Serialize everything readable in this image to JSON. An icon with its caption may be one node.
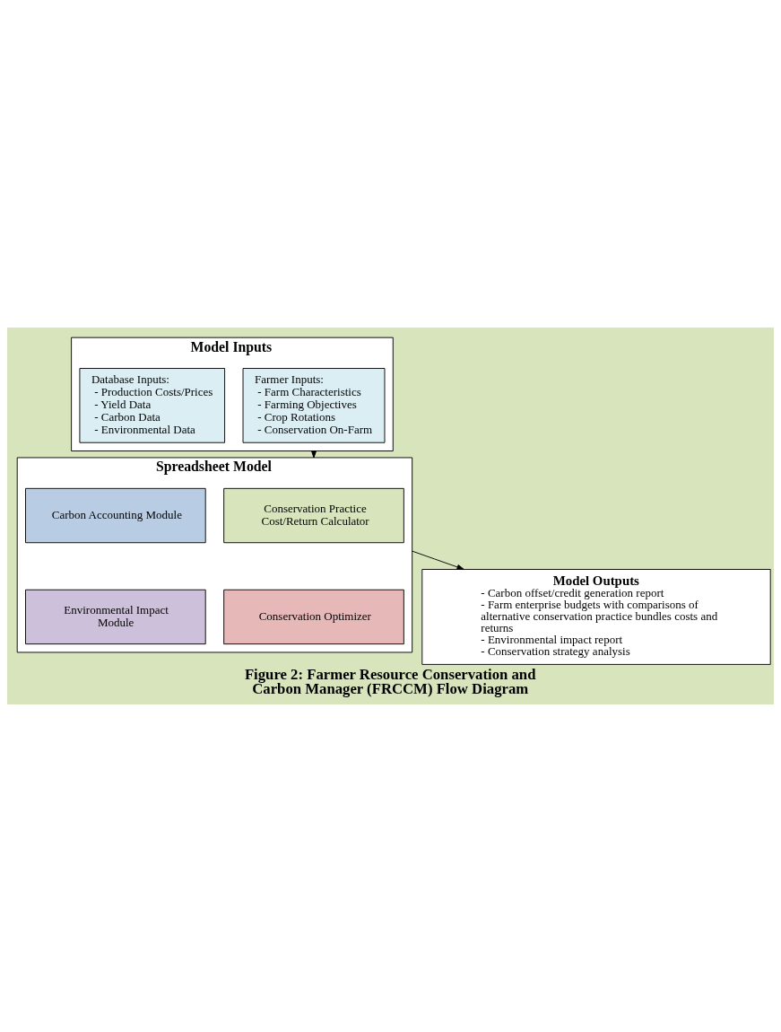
{
  "diagram": {
    "caption": "Figure 2: Farmer Resource Conservation and Carbon Manager (FRCCM) Flow Diagram",
    "nodes": [
      {
        "text": [
          "Model Inputs"
        ]
      },
      {
        "text": [
          "Farmer Inputs:",
          "- Farm Characteristics",
          "- Farming Objectives",
          "- Crop Rotations",
          "- Conservation On-Farm"
        ],
        "in": 0
      },
      {
        "text": [
          "Database Inputs:",
          "- Production Costs/Prices",
          "- Yield Data",
          "- Carbon Data",
          "- Environmental Data"
        ],
        "in": 0
      },
      {
        "text": [
          "Spreadsheet Model"
        ]
      },
      {
        "text": [
          "Carbon Accounting Module"
        ],
        "in": 3
      },
      {
        "text": [
          "Conservation Practice Cost/Return Calculator"
        ],
        "in": 3
      },
      {
        "text": [
          "Environmental Impact Module"
        ],
        "in": 3
      },
      {
        "text": [
          "Conservation Optimizer"
        ],
        "in": 3
      },
      {
        "text": [
          "Model Outputs",
          "- Carbon offset/credit generation report",
          "- Farm enterprise budgets with comparisons of alternative conservation practice bundles costs and returns",
          "- Environmental impact report",
          "- Conservation strategy analysis"
        ]
      }
    ],
    "edges": [
      {
        "from": 0,
        "to": 3,
        "arrow": "to"
      },
      {
        "from": 3,
        "to": 8,
        "arrow": "to"
      }
    ]
  }
}
